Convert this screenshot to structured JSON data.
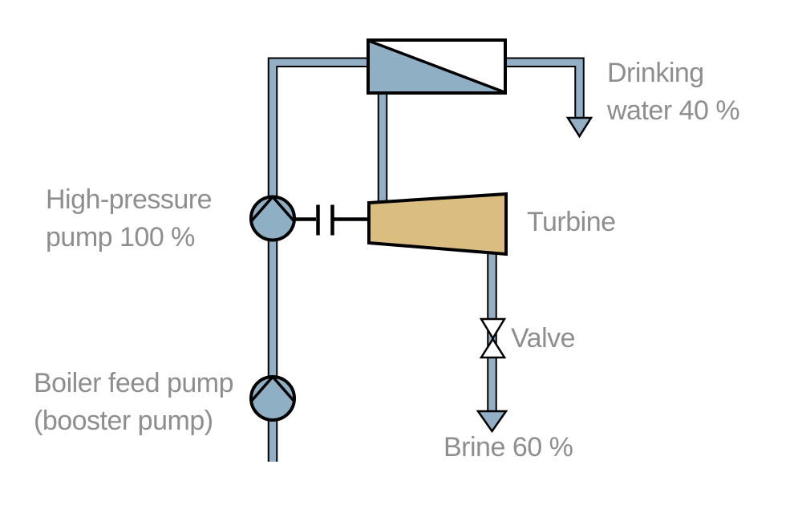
{
  "colors": {
    "pipe_fill": "#92afc6",
    "component_fill": "#8fafc5",
    "turbine_fill": "#d9bd81",
    "valve_fill": "#ffffff",
    "outline": "#000000",
    "label_text": "#8e8e8e"
  },
  "labels": {
    "drinking_water": {
      "line1": "Drinking",
      "line2": "water 40 %"
    },
    "high_pressure_pump": {
      "line1": "High-pressure",
      "line2": "pump 100 %"
    },
    "boiler_feed_pump": {
      "line1": "Boiler feed pump",
      "line2": "(booster pump)"
    },
    "turbine": "Turbine",
    "valve": "Valve",
    "brine": "Brine 60 %"
  },
  "icons": [
    "membrane-module-icon",
    "high-pressure-pump-icon",
    "boiler-feed-pump-icon",
    "turbine-icon",
    "valve-icon",
    "shaft-coupling-icon",
    "drinking-water-flow-arrow-icon",
    "brine-flow-arrow-icon"
  ]
}
